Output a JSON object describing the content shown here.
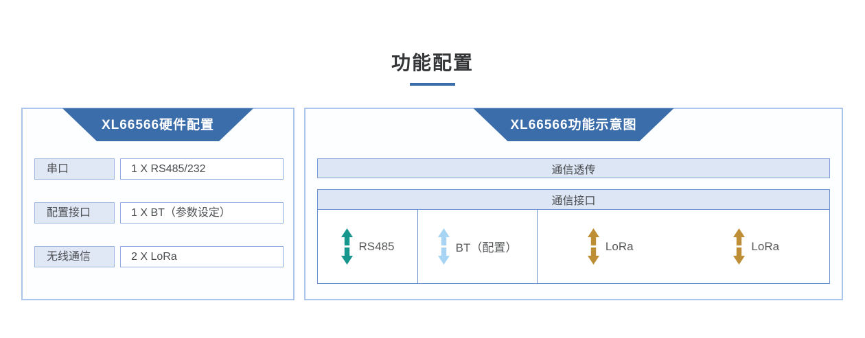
{
  "page": {
    "title": "功能配置"
  },
  "colors": {
    "accent_blue": "#3a6da9",
    "panel_border": "#abc6ea",
    "box_fill": "#dde6f4",
    "table_border": "#6b8ecd",
    "arrow_teal": "#17968e",
    "arrow_light_blue": "#a7d4f2",
    "arrow_gold": "#bd8e35"
  },
  "hardware_panel": {
    "title": "XL66566硬件配置",
    "rows": [
      {
        "label": "串口",
        "value": "1 X RS485/232"
      },
      {
        "label": "配置接口",
        "value": "1 X BT（参数设定）"
      },
      {
        "label": "无线通信",
        "value": "2 X LoRa"
      }
    ]
  },
  "function_panel": {
    "title": "XL66566功能示意图",
    "transparent_bar_label": "通信透传",
    "interface_table": {
      "header": "通信接口",
      "cells": [
        {
          "label": "RS485",
          "icon": "double-arrow-icon",
          "color": "#17968e"
        },
        {
          "label": "BT（配置）",
          "icon": "double-arrow-icon",
          "color": "#a7d4f2"
        },
        {
          "label": "LoRa",
          "icon": "double-arrow-icon",
          "color": "#bd8e35"
        },
        {
          "label": "LoRa",
          "icon": "double-arrow-icon",
          "color": "#bd8e35"
        }
      ]
    }
  }
}
